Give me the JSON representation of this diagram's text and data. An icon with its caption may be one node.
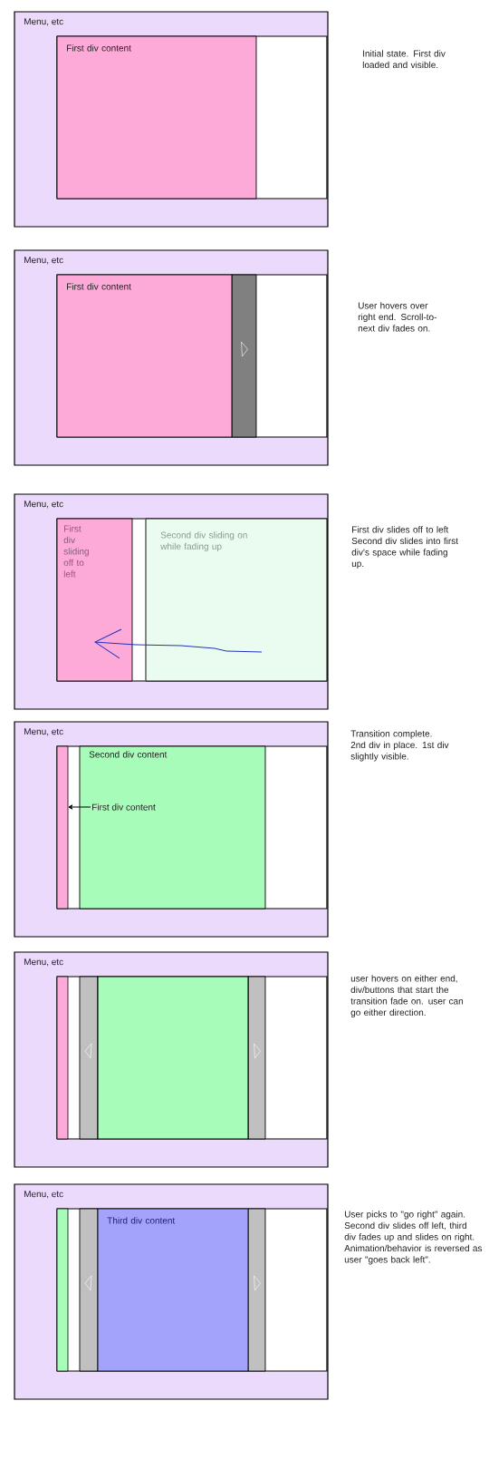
{
  "diagram": {
    "nodes": [
      {
        "text": [
          "Menu, etc"
        ],
        "beside": [
          "Initial state. First div loaded and visible."
        ]
      },
      {
        "text": [
          "First div content"
        ],
        "in": 0
      },
      {
        "text": [
          "Menu, etc"
        ],
        "beside": [
          "User hovers over right end. Scroll-to-next div fades on."
        ]
      },
      {
        "text": [
          "First div content"
        ],
        "in": 2
      },
      {
        "text": [
          "Menu, etc"
        ],
        "beside": [
          "First div slides off to left Second div slides into first div's space while fading up."
        ]
      },
      {
        "text": [
          "First div sliding off to left"
        ],
        "in": 4
      },
      {
        "text": [
          "Second div sliding on while fading up"
        ],
        "in": 4
      },
      {
        "text": [
          "Menu, etc"
        ],
        "beside": [
          "Transition complete. 2nd div in place. 1st div slightly visible."
        ]
      },
      {
        "text": [],
        "shape": "bar",
        "in": 7
      },
      {
        "text": [
          "Second div content"
        ],
        "in": 7
      },
      {
        "text": [
          "First div content"
        ],
        "in": 9
      },
      {
        "text": [
          "Menu, etc"
        ],
        "beside": [
          "user hovers on either end, div/buttons that start the transition fade on. user can go either direction."
        ]
      },
      {
        "text": [],
        "shape": "bar",
        "in": 11
      },
      {
        "text": [],
        "shape": "box",
        "in": 11
      },
      {
        "text": [
          "Menu, etc"
        ],
        "beside": [
          "User picks to \"go right\" again. Second div slides off left, third div fades up and slides on right. Animation/behavior is reversed as user \"goes back left\"."
        ]
      },
      {
        "text": [],
        "shape": "bar",
        "in": 14
      },
      {
        "text": [
          "Third div content"
        ],
        "in": 14
      }
    ],
    "edges": [
      {
        "from": 10,
        "to": 8,
        "arrow": "to"
      },
      {
        "from": 6,
        "to": 5,
        "arrow": "to",
        "color": "#2030c0"
      }
    ]
  }
}
